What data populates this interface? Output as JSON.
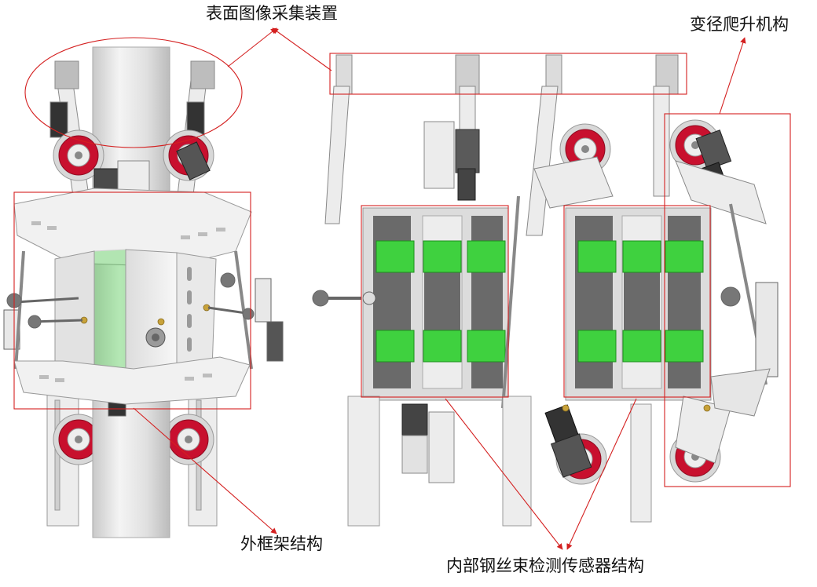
{
  "labels": {
    "surface_image_device": "表面图像采集装置",
    "variable_diameter_climbing": "变径爬升机构",
    "outer_frame": "外框架结构",
    "internal_sensor": "内部钢丝束检测传感器结构"
  },
  "colors": {
    "annotation_red": "#d42020",
    "sensor_green": "#3fd13f",
    "wheel_red": "#c8102e",
    "frame_white": "#f2f2f2",
    "frame_gray": "#bdbdbd",
    "dark_gray": "#555555",
    "brass": "#c8a23a"
  },
  "icons": [
    "climbing-wheel-icon",
    "camera-module-icon",
    "sensor-block-icon",
    "bolt-icon"
  ]
}
